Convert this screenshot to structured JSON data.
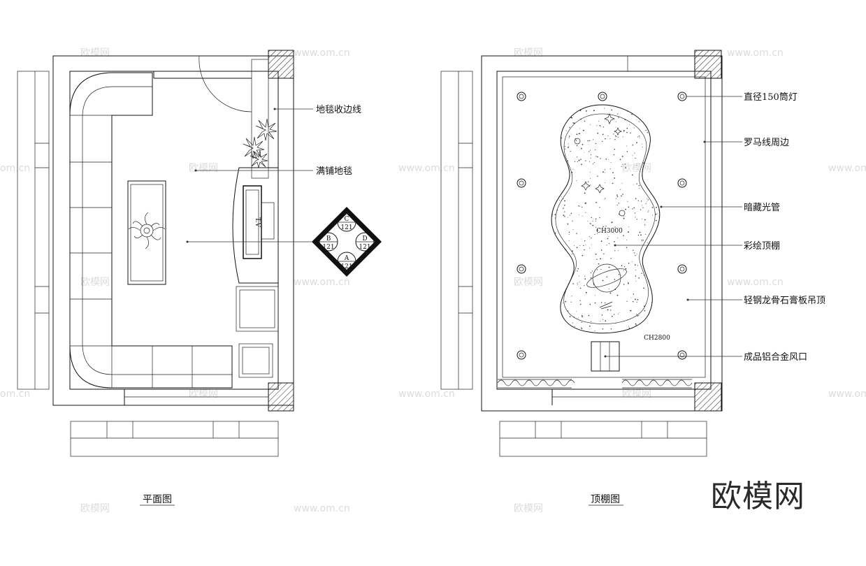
{
  "watermarks": {
    "brand": "欧模网",
    "site": "www.om.cn",
    "site_short": "om.cn",
    "logo": "欧模网"
  },
  "floor_plan": {
    "title": "平面图",
    "tv_label": "T.V",
    "labels": {
      "carpet_edge": "地毯收边线",
      "full_carpet": "满铺地毯"
    },
    "light_diamond": {
      "top": {
        "letter": "C",
        "value": "121"
      },
      "left": {
        "letter": "B",
        "value": "121"
      },
      "right": {
        "letter": "D",
        "value": "121"
      },
      "bottom": {
        "letter": "A",
        "value": "121"
      }
    }
  },
  "ceiling_plan": {
    "title": "顶棚图",
    "heights": {
      "inner": "CH3000",
      "outer": "CH2800"
    },
    "labels": {
      "downlight": "直径150筒灯",
      "roman_line": "罗马线周边",
      "hidden_tube": "暗藏光管",
      "painted_ceiling": "彩绘顶棚",
      "gypsum": "轻钢龙骨石膏板吊顶",
      "vent": "成品铝合金风口"
    }
  }
}
